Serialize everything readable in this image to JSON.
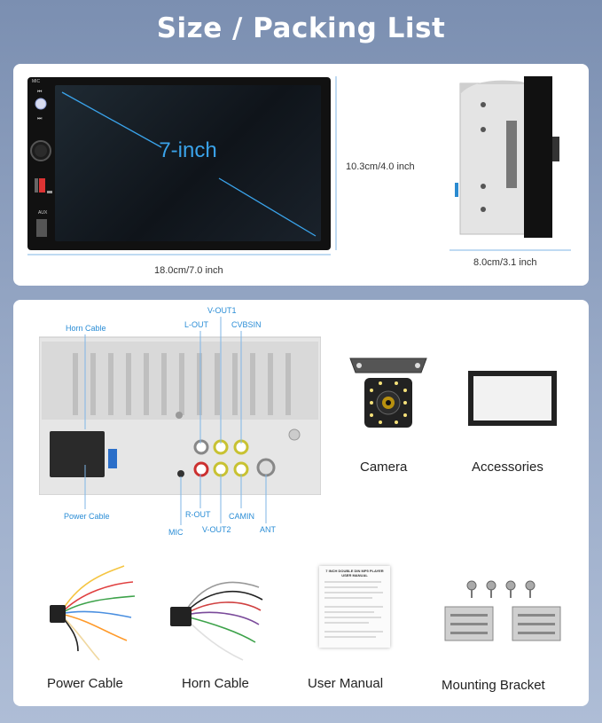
{
  "page": {
    "title": "Size / Packing List"
  },
  "front_view": {
    "screen_label": "7-inch",
    "height_dim": "10.3cm/4.0 inch",
    "width_dim": "18.0cm/7.0 inch",
    "mic_label": "MIC",
    "aux_label": "AUX"
  },
  "side_view": {
    "depth_dim": "8.0cm/3.1 inch"
  },
  "rear_view": {
    "labels": {
      "horn_cable": "Horn Cable",
      "power_cable": "Power Cable",
      "l_out": "L-OUT",
      "v_out1": "V-OUT1",
      "cvbsin": "CVBSIN",
      "r_out": "R-OUT",
      "mic": "MIC",
      "v_out2": "V-OUT2",
      "camin": "CAMIN",
      "ant": "ANT"
    }
  },
  "items": {
    "camera": "Camera",
    "accessories": "Accessories",
    "power_cable": "Power Cable",
    "horn_cable": "Horn Cable",
    "user_manual": "User Manual",
    "mounting_bracket": "Mounting Bracket"
  },
  "manual_title": "7 INCH DOUBLE DIN MP5 PLAYER USER MANUAL",
  "colors": {
    "accent": "#2a8dd6",
    "screen_text": "#3aa3ea"
  }
}
